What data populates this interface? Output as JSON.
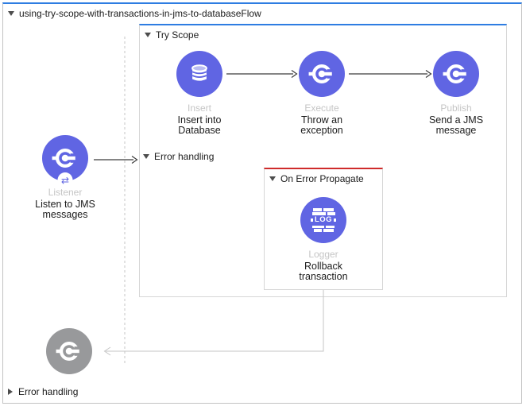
{
  "flow": {
    "title": "using-try-scope-with-transactions-in-jms-to-databaseFlow",
    "error_handling_label": "Error handling"
  },
  "try_scope": {
    "label": "Try Scope",
    "error_handling_label": "Error handling",
    "on_error_propagate": {
      "label": "On Error Propagate"
    }
  },
  "nodes": {
    "listener": {
      "name": "Listener",
      "desc1": "Listen to JMS",
      "desc2": "messages"
    },
    "insert": {
      "name": "Insert",
      "desc1": "Insert into",
      "desc2": "Database"
    },
    "execute": {
      "name": "Execute",
      "desc1": "Throw an",
      "desc2": "exception"
    },
    "publish": {
      "name": "Publish",
      "desc1": "Send a JMS",
      "desc2": "message"
    },
    "logger": {
      "name": "Logger",
      "desc1": "Rollback",
      "desc2": "transaction",
      "icon_text": "LOG"
    }
  },
  "icons": {
    "sync_badge": "⇄"
  },
  "colors": {
    "component_purple": "#6065e3",
    "component_gray": "#98999b",
    "flow_accent_blue": "#2e7de2",
    "error_accent_red": "#cf2b2b"
  }
}
